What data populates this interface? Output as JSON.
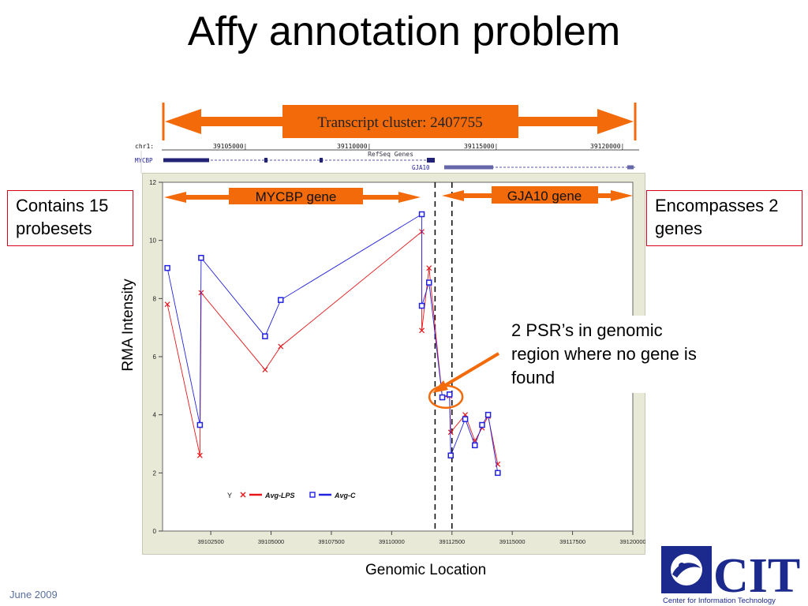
{
  "title": "Affy annotation problem",
  "footer": {
    "date": "June 2009"
  },
  "logo": {
    "abbrev": "CIT",
    "caption": "Center for Information Technology",
    "color": "#1b2a8c"
  },
  "callouts": {
    "left": "Contains 15 probesets",
    "right": "Encompasses 2 genes",
    "psr_note": "2 PSR’s in genomic region where no gene is found"
  },
  "cluster_label": "Transcript cluster: 2407755",
  "browser": {
    "chrom": "chr1:",
    "positions": [
      "39105000|",
      "39110000|",
      "39115000|",
      "39120000|"
    ],
    "track": "RefSeq Genes",
    "genes": [
      "MYCBP",
      "GJA10"
    ]
  },
  "gene_labels": {
    "mycbp": "MYCBP gene",
    "gja10": "GJA10 gene"
  },
  "colors": {
    "orange": "#f26a0a",
    "lps": "#e8161a",
    "c": "#2222e0",
    "callout_border": "#d9001b"
  },
  "chart_data": {
    "type": "line",
    "xlabel": "Genomic Location",
    "ylabel": "RMA Intensity",
    "xlim": [
      39100500,
      39120000
    ],
    "ylim": [
      0,
      12
    ],
    "xticks": [
      39102500,
      39105000,
      39107500,
      39110000,
      39112500,
      39115000,
      39117500,
      39120000
    ],
    "yticks": [
      0,
      2,
      4,
      6,
      8,
      10,
      12
    ],
    "vlines": [
      39111800,
      39112500
    ],
    "legend": {
      "prefix": "Y",
      "position": "bottom-left"
    },
    "series": [
      {
        "name": "Avg-LPS",
        "marker": "x",
        "x": [
          39100700,
          39102050,
          39102100,
          39104750,
          39105400,
          39111250,
          39111250,
          39111550,
          39112100,
          39112400,
          39112450,
          39113050,
          39113450,
          39113750,
          39114000,
          39114400
        ],
        "y": [
          7.8,
          2.6,
          8.2,
          5.55,
          6.35,
          10.3,
          6.9,
          9.05,
          4.6,
          4.65,
          3.4,
          4.0,
          3.1,
          3.55,
          3.95,
          2.3
        ]
      },
      {
        "name": "Avg-C",
        "marker": "square",
        "x": [
          39100700,
          39102050,
          39102100,
          39104750,
          39105400,
          39111250,
          39111250,
          39111550,
          39112100,
          39112400,
          39112450,
          39113050,
          39113450,
          39113750,
          39114000,
          39114400
        ],
        "y": [
          9.05,
          3.65,
          9.4,
          6.7,
          7.95,
          10.9,
          7.75,
          8.55,
          4.6,
          4.7,
          2.6,
          3.85,
          2.95,
          3.65,
          4.0,
          2.0
        ]
      }
    ]
  }
}
